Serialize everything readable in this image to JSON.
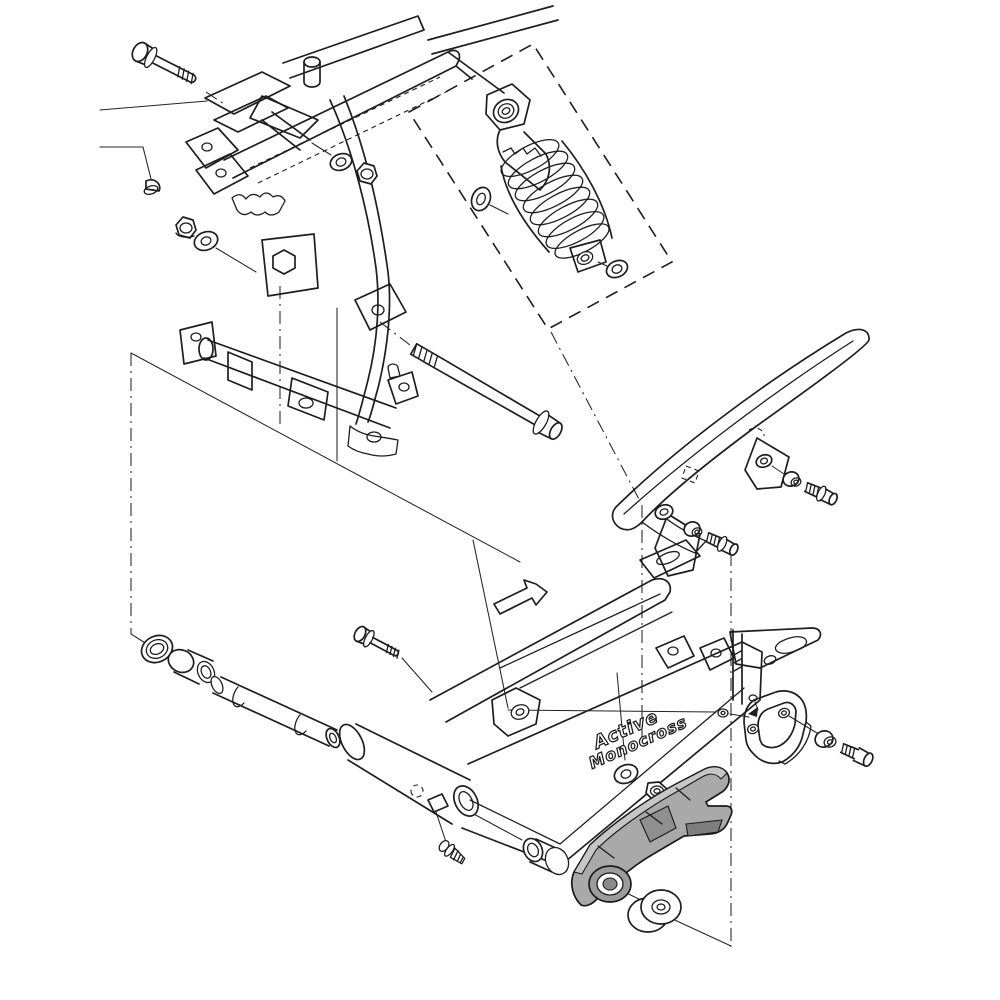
{
  "diagram": {
    "type": "exploded-parts-diagram",
    "subject": "motorcycle rear swingarm, shock absorber and chain guard assembly",
    "logo": {
      "line1": "Active",
      "line2": "Monocross"
    },
    "colors": {
      "line": "#1e1e1e",
      "background": "#ffffff",
      "slider_face": "#a9a9a9",
      "slider_top": "#c6c6c6",
      "slider_side": "#7e7e7e",
      "slider_web": "#8f8f8f"
    },
    "parts": [
      "frame-section",
      "frame-flange-bolt",
      "frame-dome-plug",
      "frame-lock-nut",
      "frame-washer-left",
      "frame-washer-right",
      "frame-nut-right",
      "shock-boundary-box",
      "rear-shock-absorber",
      "shock-upper-washer",
      "shock-lower-washer",
      "pivot-shaft-bolt",
      "chain-guard",
      "guard-grommet-front",
      "guard-collar-front",
      "guard-bolt-front",
      "guard-grommet-rear",
      "guard-collar-rear",
      "guard-bolt-rear",
      "swingarm",
      "swingarm-logo",
      "oil-seal",
      "pivot-bushing",
      "pivot-inner-tube",
      "small-flange-bolt",
      "grease-screw",
      "end-bushing",
      "arm-washer",
      "arm-lock-nut",
      "chain-slider",
      "guide-roller",
      "chain-guide-bracket",
      "guide-collar",
      "guide-bolt"
    ]
  }
}
